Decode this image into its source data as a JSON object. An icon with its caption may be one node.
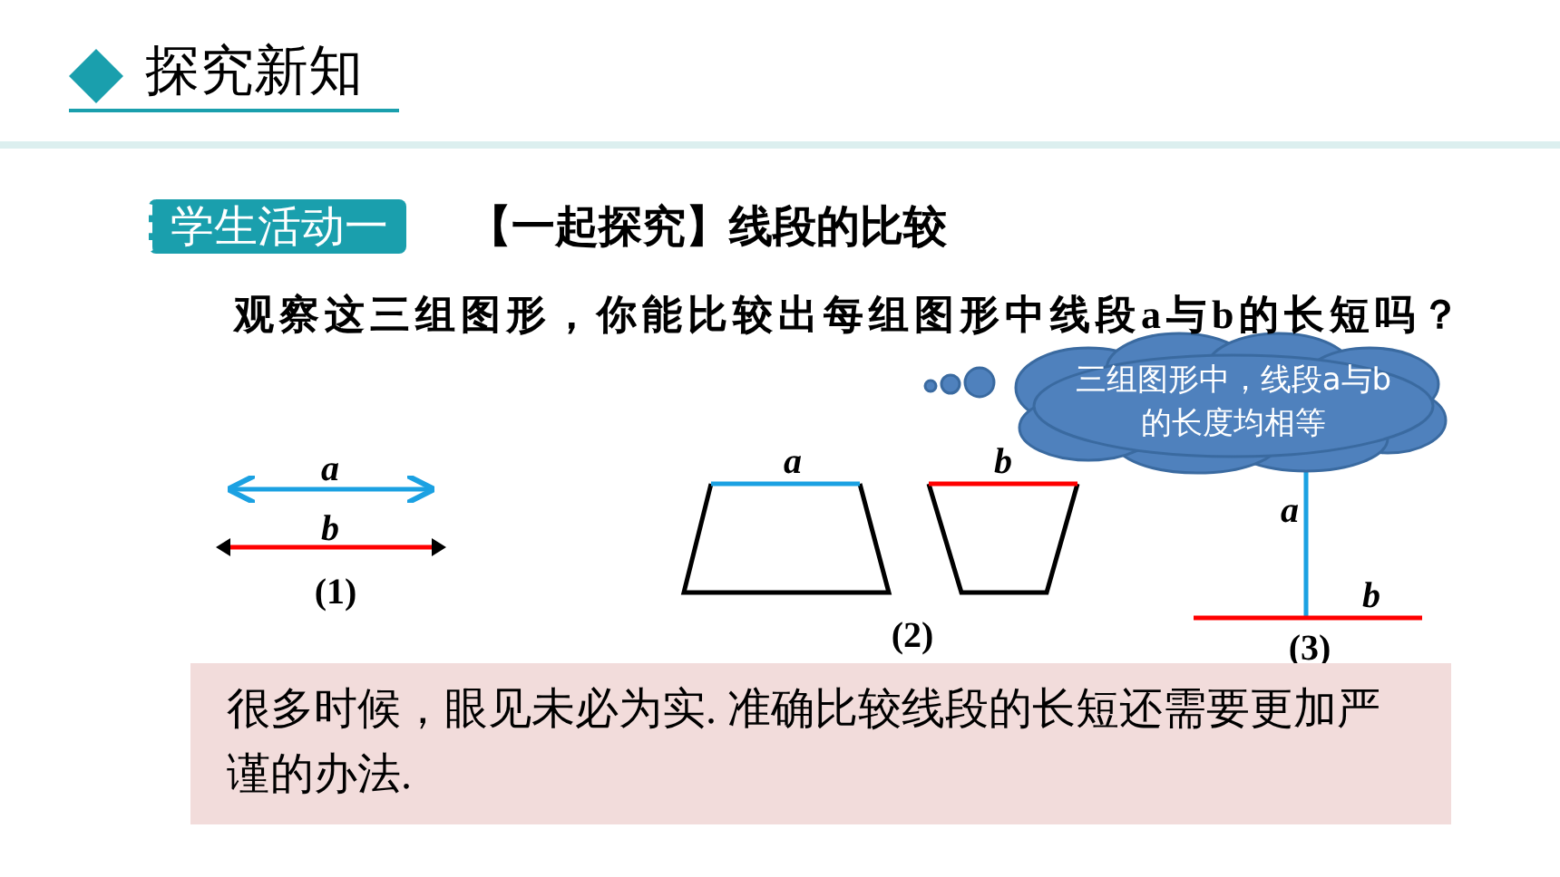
{
  "diagram": {
    "title": "探究新知",
    "nodes": [
      {
        "text": [
          "学生活动一"
        ]
      },
      {
        "text": [
          "三组图形中，线段a与b的长度均相等"
        ]
      },
      {
        "text": [
          "很多时候，眼见未必为实. 准确比较线段的长短还需要更加严谨的办法."
        ]
      }
    ],
    "labels": [
      "【一起探究】线段的比较",
      "观察这三组图形，你能比较出每组图形中线段a与b的长短吗？",
      "*a*",
      "*b*",
      "(1)",
      "*a*",
      "*b*",
      "(2)",
      "*a*",
      "*b*",
      "(3)"
    ]
  }
}
